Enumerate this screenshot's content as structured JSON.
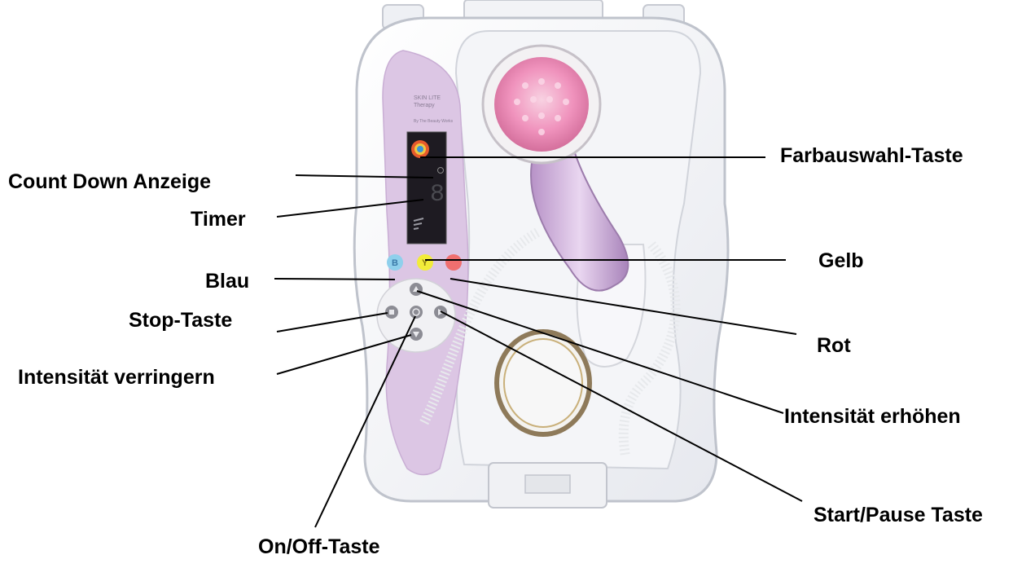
{
  "device": {
    "brand_line1": "SKIN LITE",
    "brand_line2": "Therapy",
    "brand_line3": "By The Beauty Works",
    "display_digit": "8",
    "btn_blue": "B",
    "btn_yellow": "Y"
  },
  "labels": {
    "count_down": "Count Down Anzeige",
    "timer": "Timer",
    "blau": "Blau",
    "stop": "Stop-Taste",
    "intensity_down": "Intensität verringern",
    "on_off": "On/Off-Taste",
    "color_select": "Farbauswahl-Taste",
    "gelb": "Gelb",
    "rot": "Rot",
    "intensity_up": "Intensität erhöhen",
    "start_pause": "Start/Pause Taste"
  },
  "colors": {
    "panel": "#dcc6e4",
    "blue_button": "#8fd0ec",
    "yellow_button": "#f2ec3a",
    "red_button": "#ef6f6f",
    "lamp_glow": "#f4a6c8",
    "handle": "#c9a8d6"
  }
}
